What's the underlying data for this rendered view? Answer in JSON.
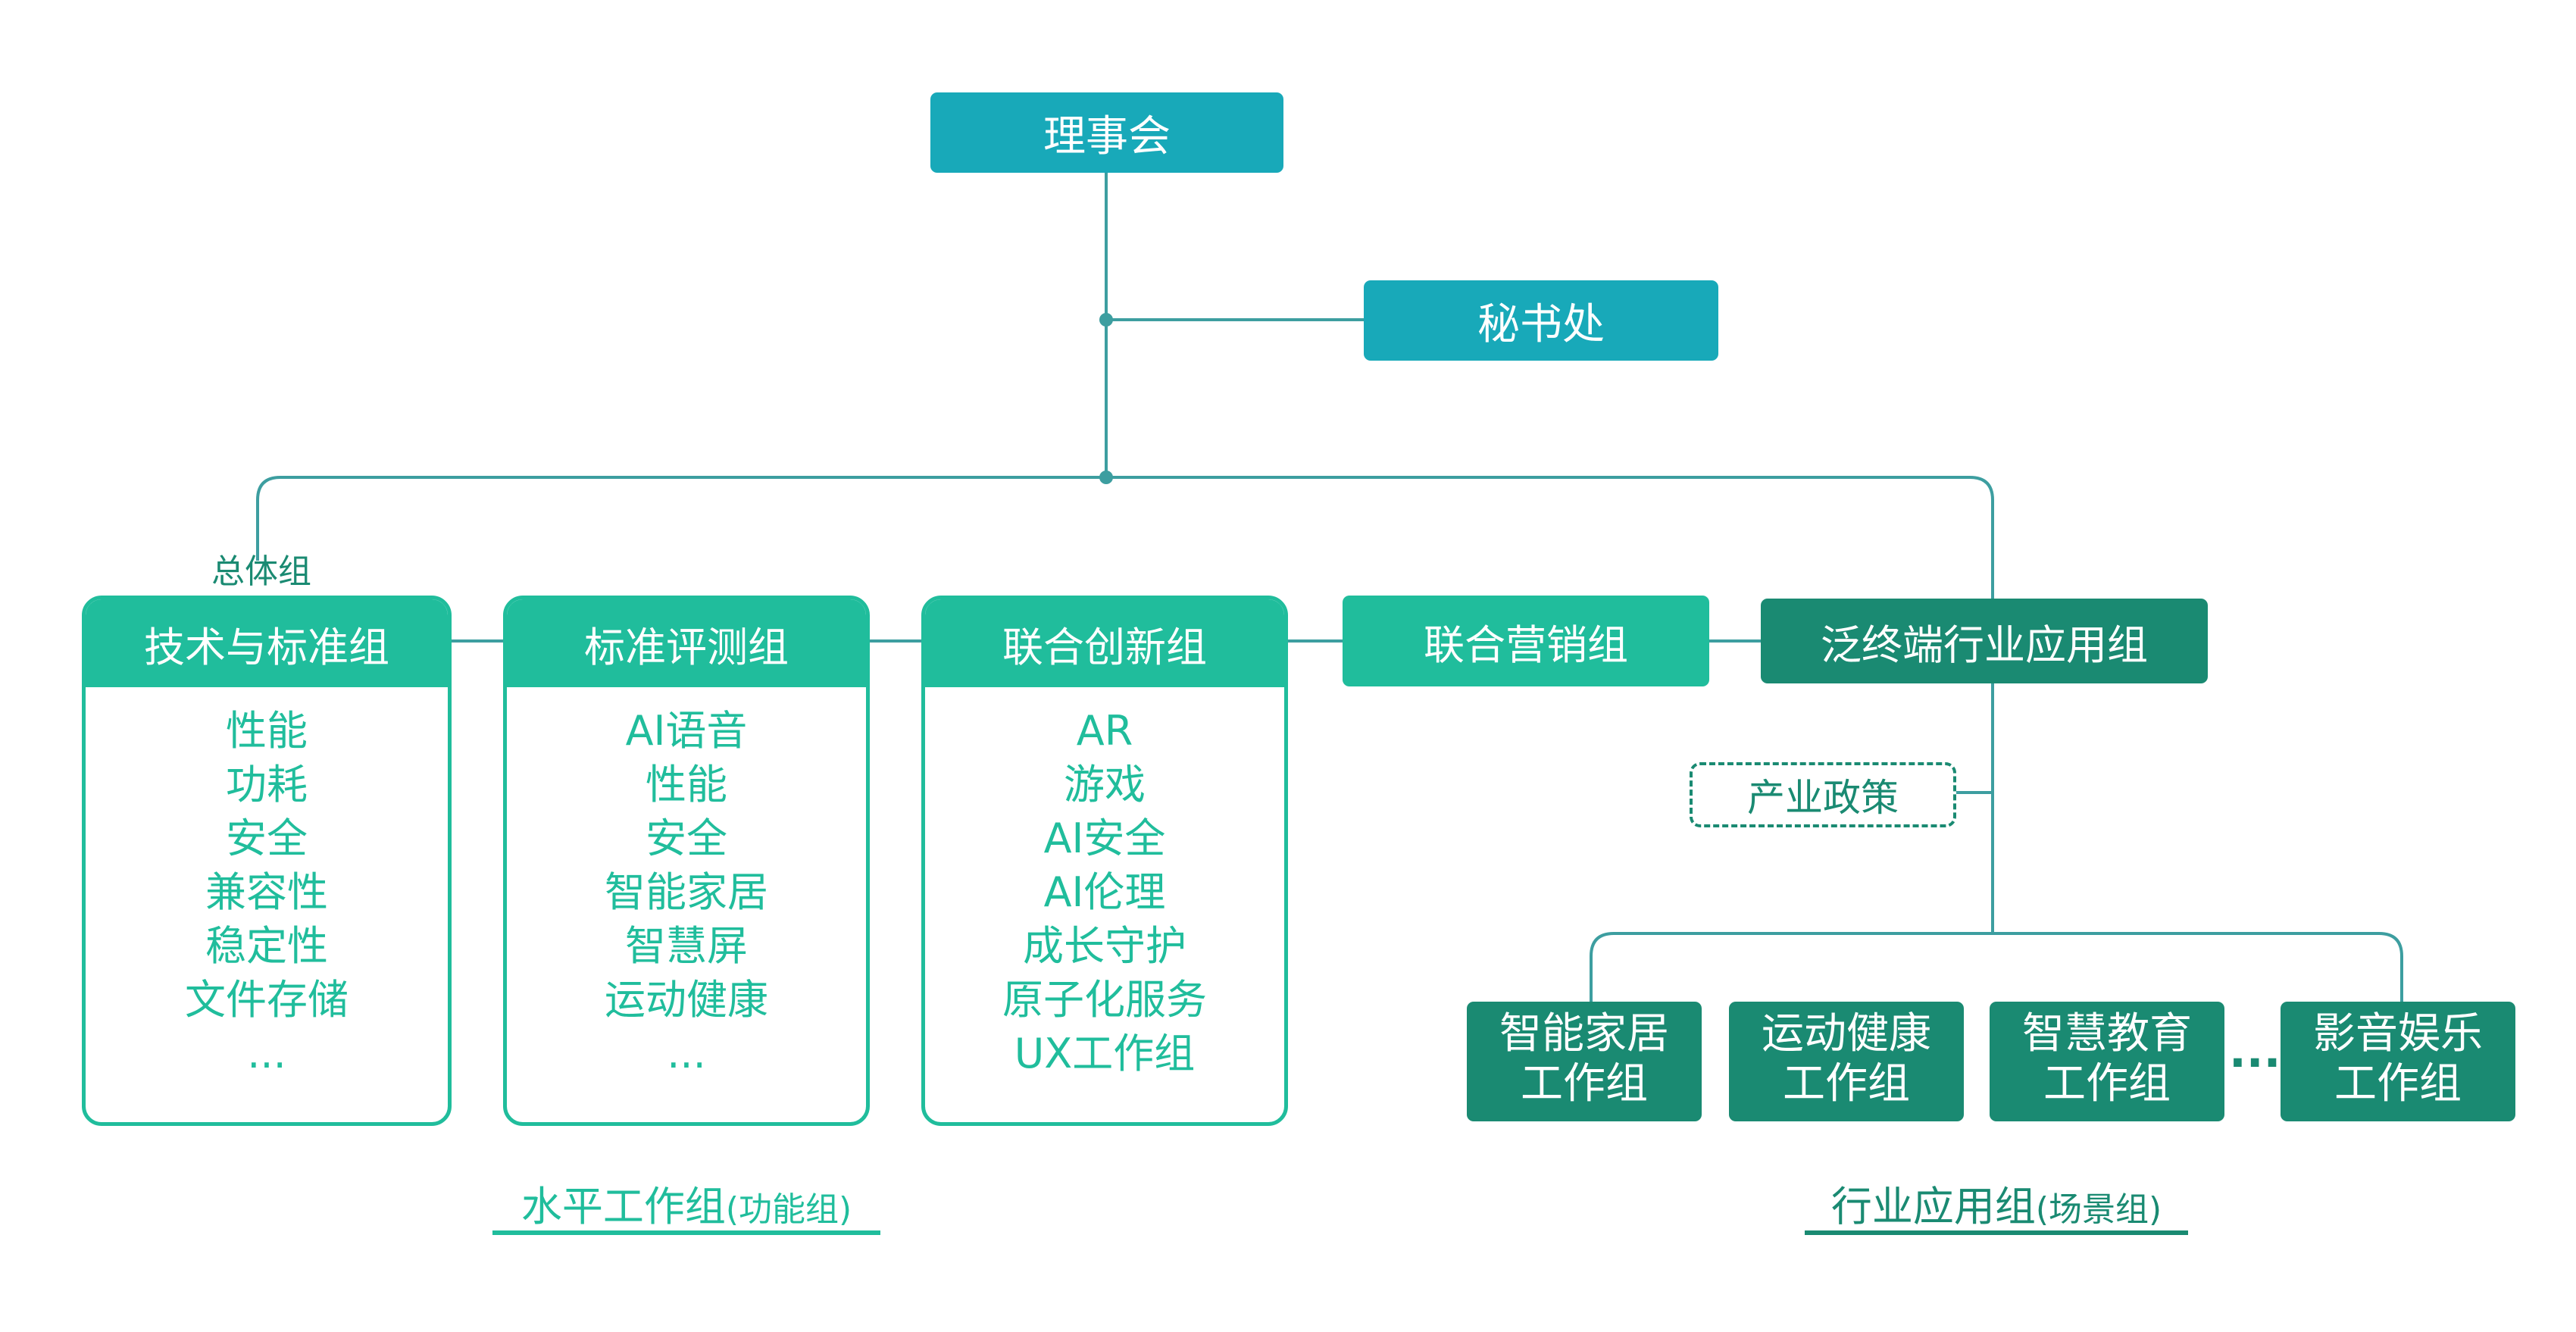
{
  "top": {
    "council": "理事会",
    "secretariat": "秘书处"
  },
  "general_label": "总体组",
  "horizontal_groups": [
    {
      "title": "技术与标准组",
      "items": [
        "性能",
        "功耗",
        "安全",
        "兼容性",
        "稳定性",
        "文件存储",
        "..."
      ]
    },
    {
      "title": "标准评测组",
      "items": [
        "AI语音",
        "性能",
        "安全",
        "智能家居",
        "智慧屏",
        "运动健康",
        "..."
      ]
    },
    {
      "title": "联合创新组",
      "items": [
        "AR",
        "游戏",
        "AI安全",
        "AI伦理",
        "成长守护",
        "原子化服务",
        "UX工作组"
      ]
    }
  ],
  "marketing_group": "联合营销组",
  "industry_group": "泛终端行业应用组",
  "policy": "产业政策",
  "scene_groups": [
    {
      "line1": "智能家居",
      "line2": "工作组"
    },
    {
      "line1": "运动健康",
      "line2": "工作组"
    },
    {
      "line1": "智慧教育",
      "line2": "工作组"
    },
    {
      "line1": "影音娱乐",
      "line2": "工作组"
    }
  ],
  "ellipsis": "···",
  "bottom_labels": {
    "left_main": "水平工作组",
    "left_paren": "(功能组)",
    "right_main": "行业应用组",
    "right_paren": "(场景组)"
  },
  "colors": {
    "cyan": "#18a9b9",
    "green": "#20bd9c",
    "dark_green": "#1a8a72",
    "line": "#3d9ea0"
  }
}
